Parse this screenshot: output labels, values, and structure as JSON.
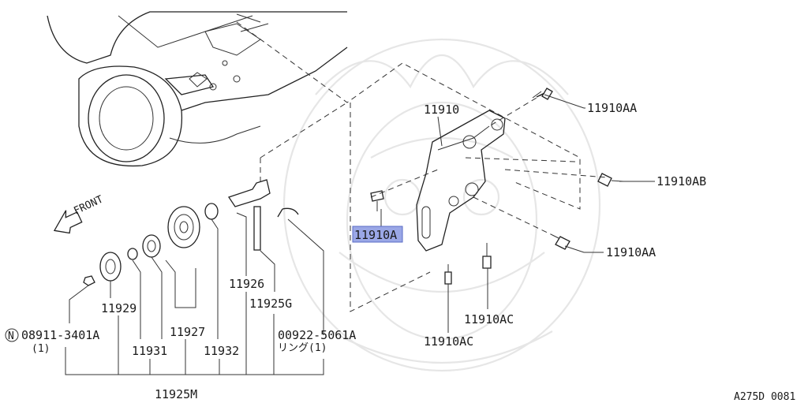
{
  "labels": {
    "p11910": "11910",
    "p11910AA_top": "11910AA",
    "p11910AB": "11910AB",
    "p11910AA_bottom": "11910AA",
    "p11910A": "11910A",
    "p11910AC_right": "11910AC",
    "p11910AC_left": "11910AC",
    "p11926": "11926",
    "p11925G": "11925G",
    "p11929": "11929",
    "p11927": "11927",
    "p11931": "11931",
    "p11932": "11932",
    "p08911": "08911-3401A",
    "p08911_qty": "(1)",
    "p08911_prefix": "N",
    "p00922": "00922-5061A",
    "p00922_sub": "リング(1)",
    "p11925M": "11925M",
    "front": "FRONT",
    "footer_code": "A275D 0081"
  },
  "colors": {
    "highlight": "#9aa7e6",
    "line": "#222222",
    "watermark": "#e6e6e6"
  }
}
